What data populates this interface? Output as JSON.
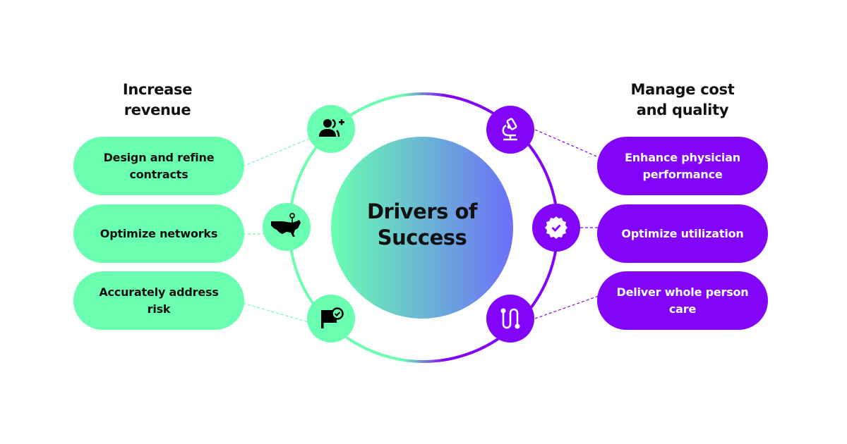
{
  "center": {
    "line1": "Drivers of",
    "line2": "Success"
  },
  "left": {
    "heading_line1": "Increase",
    "heading_line2": "revenue",
    "color": "#6affb0",
    "items": [
      {
        "label": "Design and refine contracts",
        "icon": "add-user-icon"
      },
      {
        "label": "Optimize networks",
        "icon": "us-map-pin-icon"
      },
      {
        "label": "Accurately address risk",
        "icon": "flag-check-icon"
      }
    ]
  },
  "right": {
    "heading_line1": "Manage cost",
    "heading_line2": "and quality",
    "color": "#8305f9",
    "items": [
      {
        "label": "Enhance physician performance",
        "icon": "microscope-icon"
      },
      {
        "label": "Optimize utilization",
        "icon": "verified-badge-icon"
      },
      {
        "label": "Deliver whole person care",
        "icon": "path-route-icon"
      }
    ]
  },
  "colors": {
    "green": "#6affb0",
    "purple": "#8305f9",
    "gradient_end": "#6c6ff8"
  }
}
